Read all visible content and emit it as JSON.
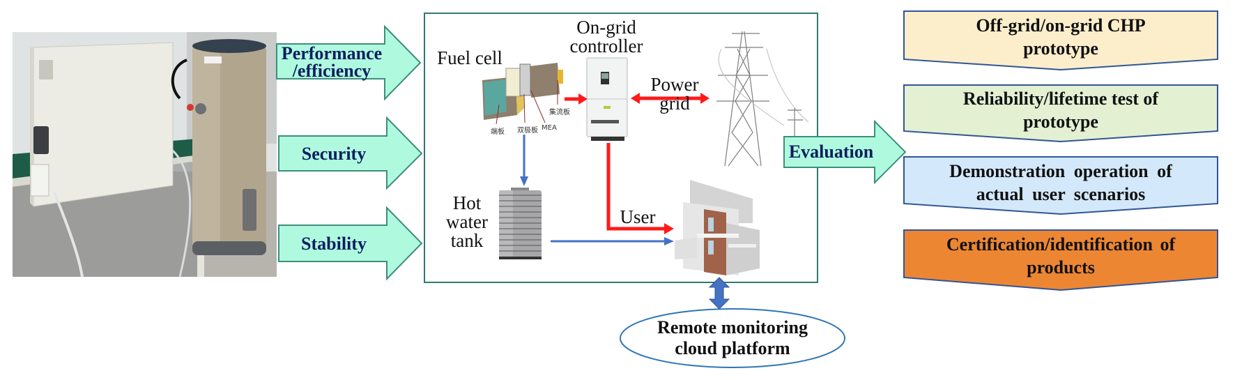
{
  "photo": {
    "label": "Fuel cell CHP prototype photo (fuel cell cabinet and hot water tank)"
  },
  "input_arrows": [
    {
      "id": "performance",
      "lines": [
        "Performance",
        "/efficiency"
      ]
    },
    {
      "id": "security",
      "lines": [
        "Security"
      ]
    },
    {
      "id": "stability",
      "lines": [
        "Stability"
      ]
    }
  ],
  "system": {
    "fuel_cell": {
      "title": "Fuel cell",
      "parts": [
        "端板",
        "双极板",
        "MEA",
        "集流板"
      ]
    },
    "controller": {
      "lines": [
        "On-grid",
        "controller"
      ]
    },
    "power_grid": {
      "lines": [
        "Power",
        "grid"
      ]
    },
    "hot_water_tank": {
      "lines": [
        "Hot",
        "water",
        "tank"
      ]
    },
    "user": {
      "label": "User"
    }
  },
  "evaluation_arrow": {
    "label": "Evaluation"
  },
  "outcomes": [
    {
      "lines": [
        "Off-grid/on-grid CHP",
        "prototype"
      ],
      "fill": "#fdeecb"
    },
    {
      "lines": [
        "Reliability/lifetime test of",
        "prototype"
      ],
      "fill": "#e3f0d2"
    },
    {
      "lines": [
        "Demonstration operation of",
        "actual user scenarios"
      ],
      "fill": "#d3e9fb"
    },
    {
      "lines": [
        "Certification/identification of",
        "products"
      ],
      "fill": "#ed8633"
    }
  ],
  "cloud_platform": {
    "lines": [
      "Remote monitoring",
      "cloud platform"
    ]
  },
  "colors": {
    "arrow_fill": "#affadf",
    "arrow_stroke": "#3e8d7c",
    "arrow_text": "#0d1e5e",
    "box_frame": "#2e7a6e",
    "outcome_border": "#2f5597",
    "electric_flow": "#ff1a1a",
    "heat_flow": "#4472c4"
  }
}
